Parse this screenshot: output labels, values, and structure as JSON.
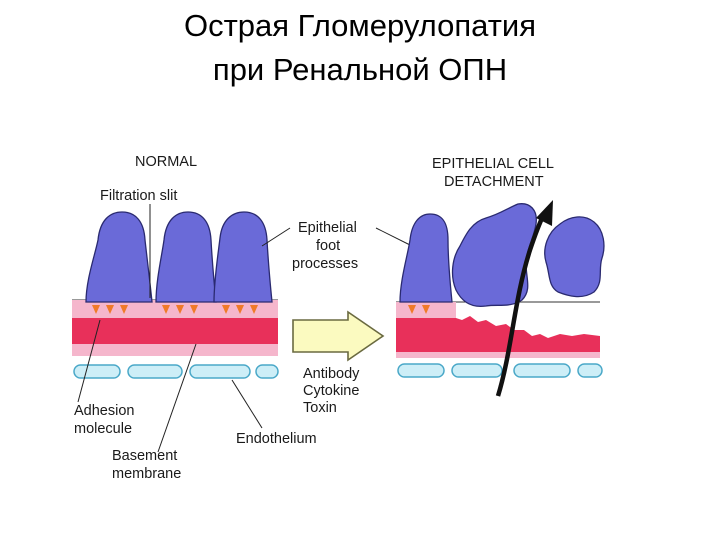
{
  "slide": {
    "title_line1": "Острая Гломерулопатия",
    "title_line2": "при Ренальной ОПН"
  },
  "normal_panel": {
    "heading": "NORMAL",
    "filtration_slit": "Filtration slit",
    "epithelial_line1": "Epithelial",
    "epithelial_line2": "foot",
    "epithelial_line3": "processes",
    "adhesion_line1": "Adhesion",
    "adhesion_line2": "molecule",
    "basement_line1": "Basement",
    "basement_line2": "membrane",
    "endothelium": "Endothelium"
  },
  "arrow_labels": {
    "line1": "Antibody",
    "line2": "Cytokine",
    "line3": "Toxin"
  },
  "detached_panel": {
    "heading_line1": "EPITHELIAL CELL",
    "heading_line2": "DETACHMENT"
  },
  "colors": {
    "cell_fill": "#6a6ad8",
    "cell_stroke": "#2a2a70",
    "membrane_pink": "#f5b6cc",
    "membrane_red": "#e8305a",
    "adhesion_orange": "#f07a28",
    "endothelium_fill": "#cdeef7",
    "endothelium_stroke": "#4aa8c8",
    "arrow_fill": "#fbfac0",
    "arrow_stroke": "#6a6a40"
  }
}
